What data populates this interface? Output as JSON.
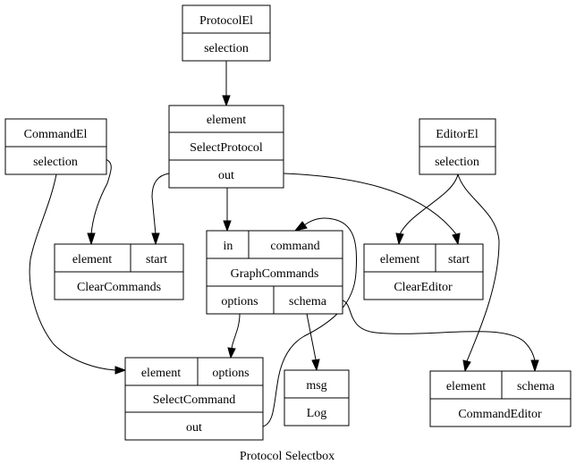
{
  "diagram": {
    "caption": "Protocol Selectbox",
    "nodes": {
      "protocol_el": {
        "fields": [
          "ProtocolEl",
          "selection"
        ]
      },
      "select_protocol": {
        "fields": [
          "element",
          "SelectProtocol",
          "out"
        ]
      },
      "command_el": {
        "fields": [
          "CommandEl",
          "selection"
        ]
      },
      "editor_el": {
        "fields": [
          "EditorEl",
          "selection"
        ]
      },
      "clear_commands": {
        "ports": [
          "element",
          "start"
        ],
        "name": "ClearCommands"
      },
      "graph_commands": {
        "ports_top": [
          "in",
          "command"
        ],
        "name": "GraphCommands",
        "ports_bottom": [
          "options",
          "schema"
        ]
      },
      "clear_editor": {
        "ports": [
          "element",
          "start"
        ],
        "name": "ClearEditor"
      },
      "select_command": {
        "ports": [
          "element",
          "options"
        ],
        "name": "SelectCommand",
        "out": "out"
      },
      "log": {
        "fields": [
          "msg",
          "Log"
        ]
      },
      "command_editor": {
        "ports": [
          "element",
          "schema"
        ],
        "name": "CommandEditor"
      }
    }
  }
}
